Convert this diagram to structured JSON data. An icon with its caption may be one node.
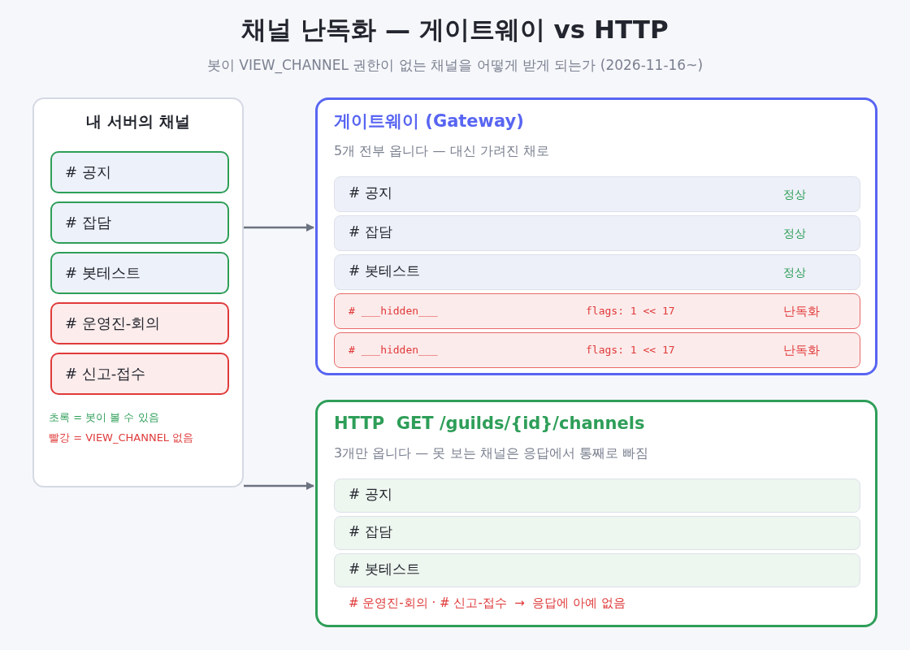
{
  "diagram": {
    "title": "채널 난독화 — 게이트웨이 vs HTTP",
    "nodes": [
      {
        "text": [
          "내 서버의 채널",
          "초록 = 봇이 볼 수 있음",
          "빨강 = VIEW_CHANNEL 없음"
        ]
      },
      {
        "text": [
          "# 공지"
        ],
        "in": 0
      },
      {
        "text": [
          "# 잡담"
        ],
        "in": 0
      },
      {
        "text": [
          "# 봇테스트"
        ],
        "in": 0
      },
      {
        "text": [
          "# 운영진-회의"
        ],
        "in": 0
      },
      {
        "text": [
          "# 신고-접수"
        ],
        "in": 0
      },
      {
        "text": [
          "게이트웨이 (Gateway)",
          "5개 전부 옵니다 — 대신 가려진 채로"
        ]
      },
      {
        "text": [
          "# 공지",
          "정상"
        ],
        "in": 6
      },
      {
        "text": [
          "# 잡담",
          "정상"
        ],
        "in": 6
      },
      {
        "text": [
          "# 봇테스트",
          "정상"
        ],
        "in": 6
      },
      {
        "text": [
          "# ___hidden___",
          "flags: 1 << 17",
          "난독화"
        ],
        "in": 6
      },
      {
        "text": [
          "# ___hidden___",
          "flags: 1 << 17",
          "난독화"
        ],
        "in": 6
      },
      {
        "text": [
          "HTTP  GET /guilds/{id}/channels",
          "3개만 옵니다 — 못 보는 채널은 응답에서 통째로 빠짐",
          "# 운영진-회의 · # 신고-접수  →  응답에 아예 없음"
        ]
      },
      {
        "text": [
          "# 공지"
        ],
        "in": 12
      },
      {
        "text": [
          "# 잡담"
        ],
        "in": 12
      },
      {
        "text": [
          "# 봇테스트"
        ],
        "in": 12
      }
    ],
    "edges": [
      {
        "from": 0,
        "to": 6,
        "arrow": "to"
      },
      {
        "from": 0,
        "to": 12,
        "arrow": "to"
      }
    ],
    "labels": [
      "봇이 VIEW_CHANNEL 권한이 없는 채널을 어떻게 받게 되는가 (2026-11-16~)"
    ]
  }
}
